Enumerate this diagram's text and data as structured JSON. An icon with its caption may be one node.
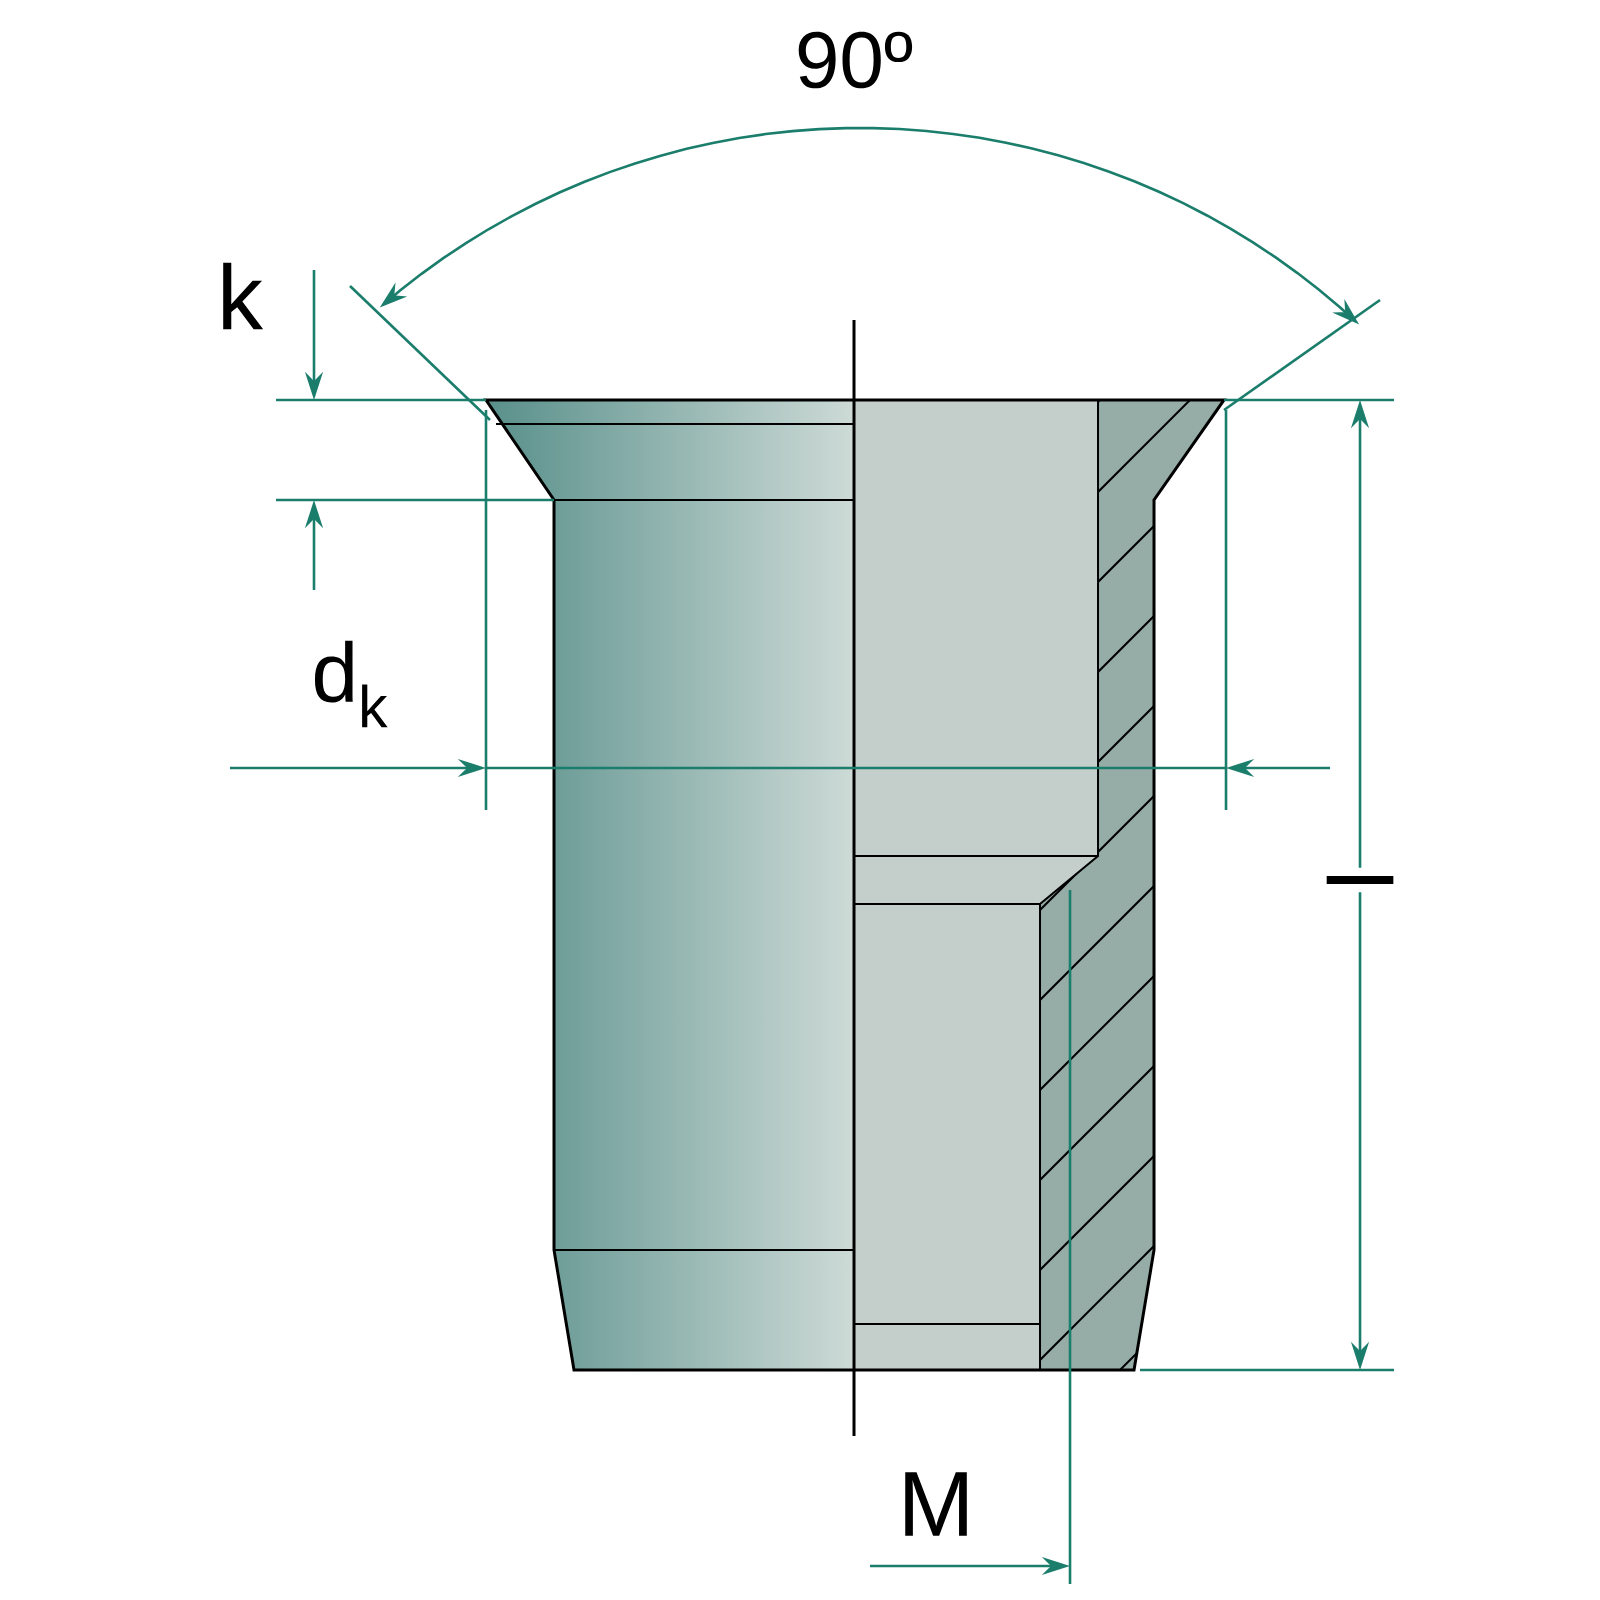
{
  "diagram": {
    "labels": [
      "90º",
      "k",
      "d$_{k}$",
      "l",
      "M"
    ]
  }
}
